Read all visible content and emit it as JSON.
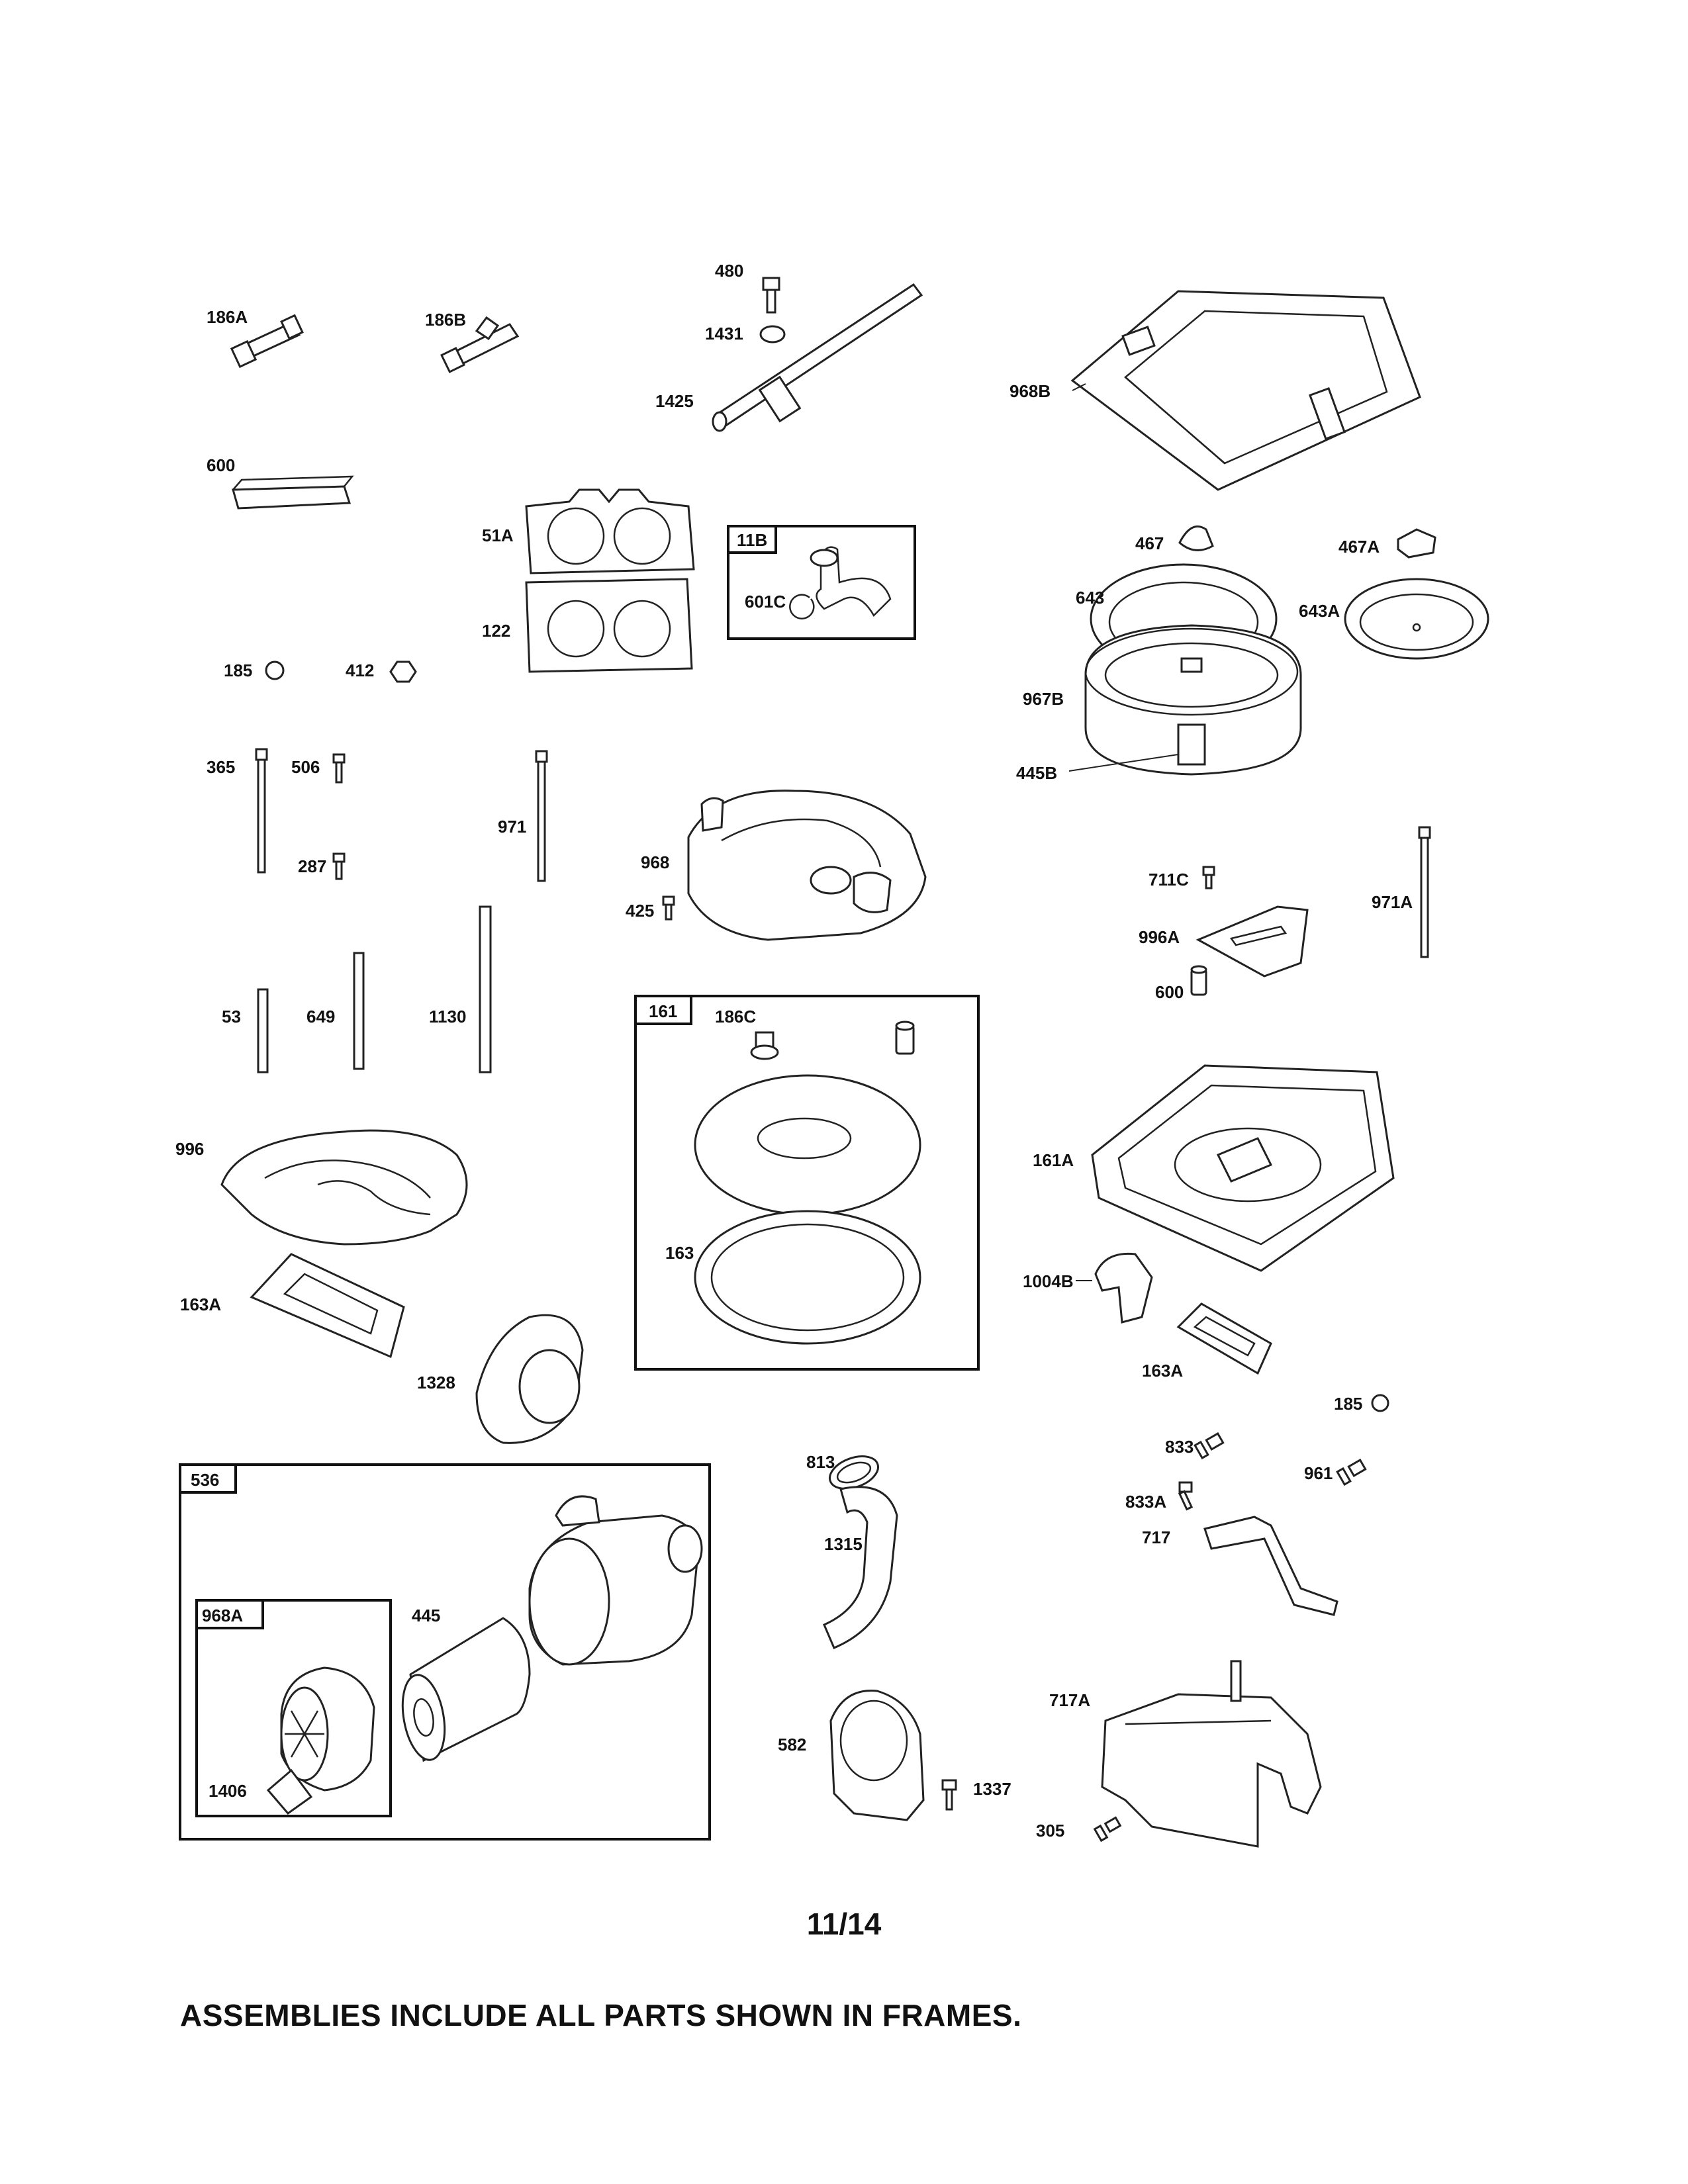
{
  "labels": {
    "p186A": "186A",
    "p186B": "186B",
    "p480": "480",
    "p1431": "1431",
    "p1425": "1425",
    "p968B": "968B",
    "p600": "600",
    "p51A": "51A",
    "p11B": "11B",
    "p601C": "601C",
    "p467": "467",
    "p467A": "467A",
    "p643": "643",
    "p643A": "643A",
    "p122": "122",
    "p185": "185",
    "p412": "412",
    "p967B": "967B",
    "p445B": "445B",
    "p365": "365",
    "p506": "506",
    "p971": "971",
    "p968": "968",
    "p287": "287",
    "p425": "425",
    "p711C": "711C",
    "p971A": "971A",
    "p996A": "996A",
    "p600b": "600",
    "p53": "53",
    "p649": "649",
    "p1130": "1130",
    "p161": "161",
    "p186C": "186C",
    "p996": "996",
    "p161A": "161A",
    "p163": "163",
    "p163A": "163A",
    "p1004B": "1004B",
    "p163Ab": "163A",
    "p1328": "1328",
    "p185b": "185",
    "p833": "833",
    "p536": "536",
    "p813": "813",
    "p961": "961",
    "p833A": "833A",
    "p717": "717",
    "p1315": "1315",
    "p968A": "968A",
    "p445": "445",
    "p717A": "717A",
    "p582": "582",
    "p1337": "1337",
    "p1406": "1406",
    "p305": "305"
  },
  "page_number": "11/14",
  "footer_note": "ASSEMBLIES INCLUDE ALL PARTS SHOWN IN FRAMES."
}
